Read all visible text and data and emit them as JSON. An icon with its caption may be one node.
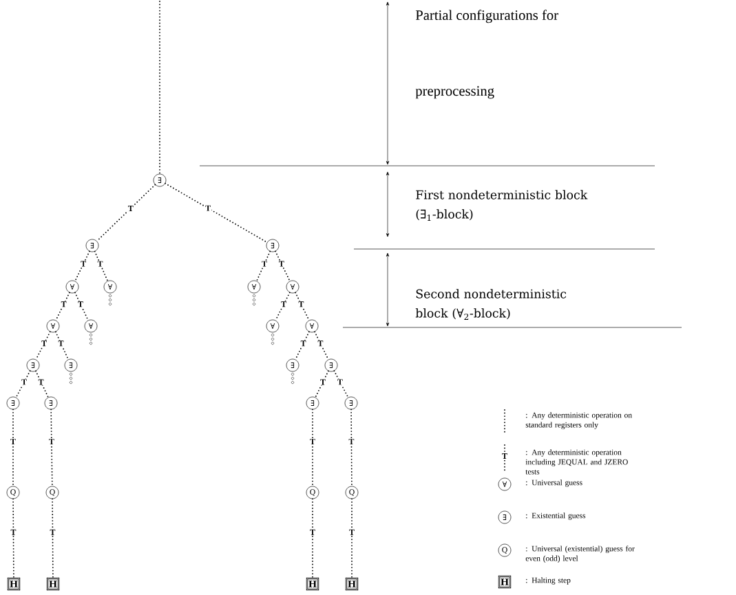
{
  "diagram": {
    "nodes": [
      {
        "text": [
          "∃"
        ]
      },
      {
        "text": [
          "∃"
        ]
      },
      {
        "text": [
          "∃"
        ]
      },
      {
        "text": [
          "∀"
        ]
      },
      {
        "text": [
          "∀"
        ]
      },
      {
        "text": [
          "∀"
        ]
      },
      {
        "text": [
          "∀"
        ]
      },
      {
        "text": [
          "∃"
        ]
      },
      {
        "text": [
          "∃"
        ]
      },
      {
        "text": [
          "∃"
        ]
      },
      {
        "text": [
          "∃"
        ]
      },
      {
        "text": [
          "Q"
        ]
      },
      {
        "text": [
          "Q"
        ]
      },
      {
        "text": [
          "H"
        ]
      },
      {
        "text": [
          "H"
        ]
      },
      {
        "text": [
          "∀"
        ]
      },
      {
        "text": [
          "∀"
        ]
      },
      {
        "text": [
          "∀"
        ]
      },
      {
        "text": [
          "∀"
        ]
      },
      {
        "text": [
          "∃"
        ]
      },
      {
        "text": [
          "∃"
        ]
      },
      {
        "text": [
          "∃"
        ]
      },
      {
        "text": [
          "∃"
        ]
      },
      {
        "text": [
          "Q"
        ]
      },
      {
        "text": [
          "Q"
        ]
      },
      {
        "text": [
          "H"
        ]
      },
      {
        "text": [
          "H"
        ]
      }
    ],
    "edges": [
      {
        "from": null,
        "to": 0,
        "arrow": "none"
      },
      {
        "from": 0,
        "to": 1,
        "arrow": "none",
        "label": "T"
      },
      {
        "from": 0,
        "to": 2,
        "arrow": "none",
        "label": "T"
      },
      {
        "from": 1,
        "to": 3,
        "arrow": "none",
        "label": "T"
      },
      {
        "from": 1,
        "to": 4,
        "arrow": "none",
        "label": "T"
      },
      {
        "from": 3,
        "to": 5,
        "arrow": "none",
        "label": "T"
      },
      {
        "from": 3,
        "to": 6,
        "arrow": "none",
        "label": "T"
      },
      {
        "from": 5,
        "to": 7,
        "arrow": "none",
        "label": "T"
      },
      {
        "from": 5,
        "to": 8,
        "arrow": "none",
        "label": "T"
      },
      {
        "from": 7,
        "to": 9,
        "arrow": "none",
        "label": "T"
      },
      {
        "from": 7,
        "to": 10,
        "arrow": "none",
        "label": "T"
      },
      {
        "from": 9,
        "to": 11,
        "arrow": "none",
        "label": "T"
      },
      {
        "from": 10,
        "to": 12,
        "arrow": "none",
        "label": "T"
      },
      {
        "from": 11,
        "to": 13,
        "arrow": "none",
        "label": "T"
      },
      {
        "from": 12,
        "to": 14,
        "arrow": "none",
        "label": "T"
      },
      {
        "from": 2,
        "to": 15,
        "arrow": "none",
        "label": "T"
      },
      {
        "from": 2,
        "to": 16,
        "arrow": "none",
        "label": "T"
      },
      {
        "from": 16,
        "to": 17,
        "arrow": "none",
        "label": "T"
      },
      {
        "from": 16,
        "to": 18,
        "arrow": "none",
        "label": "T"
      },
      {
        "from": 18,
        "to": 19,
        "arrow": "none",
        "label": "T"
      },
      {
        "from": 18,
        "to": 20,
        "arrow": "none",
        "label": "T"
      },
      {
        "from": 20,
        "to": 21,
        "arrow": "none",
        "label": "T"
      },
      {
        "from": 20,
        "to": 22,
        "arrow": "none",
        "label": "T"
      },
      {
        "from": 21,
        "to": 23,
        "arrow": "none",
        "label": "T"
      },
      {
        "from": 22,
        "to": 24,
        "arrow": "none",
        "label": "T"
      },
      {
        "from": 23,
        "to": 25,
        "arrow": "none",
        "label": "T"
      },
      {
        "from": 24,
        "to": 26,
        "arrow": "none",
        "label": "T"
      }
    ],
    "labels": [
      "Partial configurations for",
      "preprocessing",
      "First nondeterministic block (∃$_{1}$-block)",
      "Second nondeterministic block (∀$_{2}$-block)",
      "T",
      "∀",
      "∃",
      "Q",
      "H"
    ],
    "legend": [
      {
        "text": ": Any deterministic operation on standard registers only"
      },
      {
        "text": ": Any deterministic operation including JEQUAL and JZERO tests"
      },
      {
        "text": ": Universal guess"
      },
      {
        "text": ": Existential guess"
      },
      {
        "text": ": Universal (existential) guess for even (odd) level"
      },
      {
        "text": ": Halting step"
      }
    ]
  }
}
